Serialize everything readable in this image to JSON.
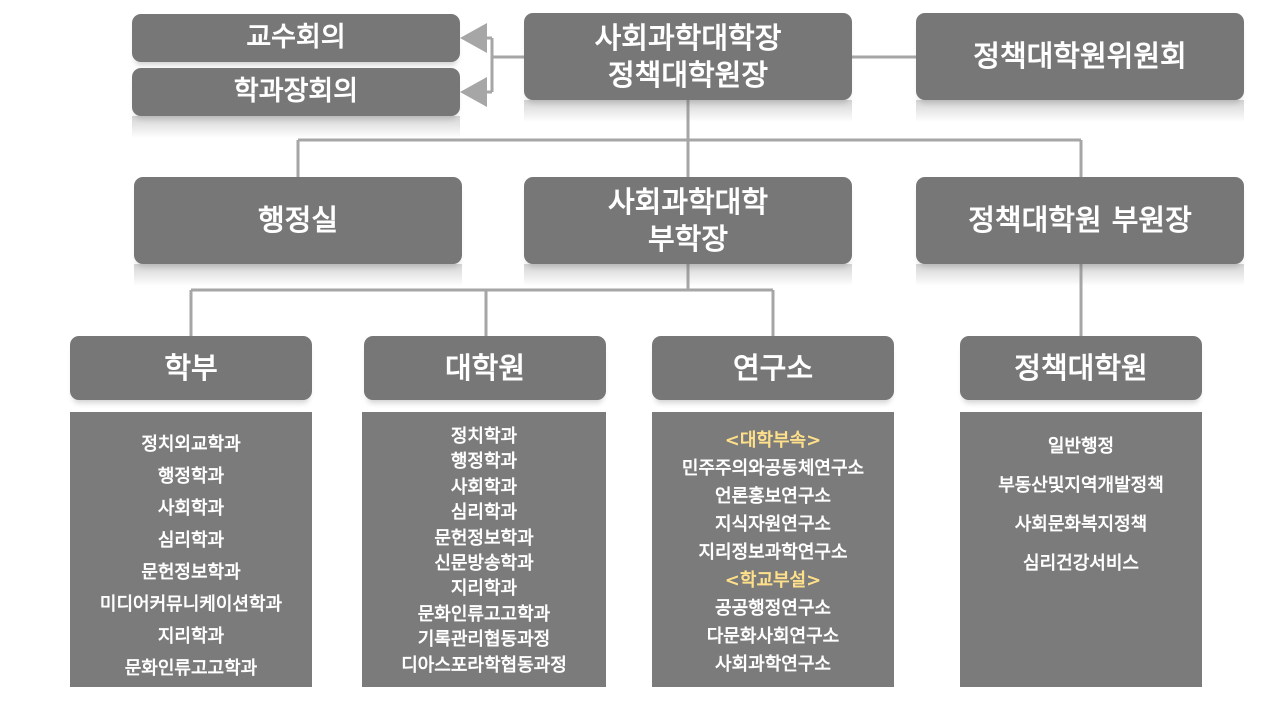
{
  "top": {
    "dean_line1": "사회과학대학장",
    "dean_line2": "정책대학원장",
    "faculty_meeting": "교수회의",
    "chairs_meeting": "학과장회의",
    "policy_committee": "정책대학원위원회"
  },
  "middle": {
    "admin_office": "행정실",
    "vice_dean_line1": "사회과학대학",
    "vice_dean_line2": "부학장",
    "policy_vice_dean": "정책대학원 부원장"
  },
  "units": {
    "undergrad": {
      "title": "학부",
      "items": [
        "정치외교학과",
        "행정학과",
        "사회학과",
        "심리학과",
        "문헌정보학과",
        "미디어커뮤니케이션학과",
        "지리학과",
        "문화인류고고학과"
      ]
    },
    "graduate": {
      "title": "대학원",
      "items": [
        "정치학과",
        "행정학과",
        "사회학과",
        "심리학과",
        "문헌정보학과",
        "신문방송학과",
        "지리학과",
        "문화인류고고학과",
        "기록관리협동과정",
        "디아스포라학협동과정"
      ]
    },
    "institutes": {
      "title": "연구소",
      "college_header": "<대학부속>",
      "college_items": [
        "민주주의와공동체연구소",
        "언론홍보연구소",
        "지식자원연구소",
        "지리정보과학연구소"
      ],
      "school_header": "<학교부설>",
      "school_items": [
        "공공행정연구소",
        "다문화사회연구소",
        "사회과학연구소"
      ]
    },
    "policy_school": {
      "title": "정책대학원",
      "items": [
        "일반행정",
        "부동산및지역개발정책",
        "사회문화복지정책",
        "심리건강서비스"
      ]
    }
  },
  "colors": {
    "box": "#777777",
    "panel": "#7b7b7b",
    "line": "#a6a6a6",
    "highlight": "#ffe08a"
  }
}
